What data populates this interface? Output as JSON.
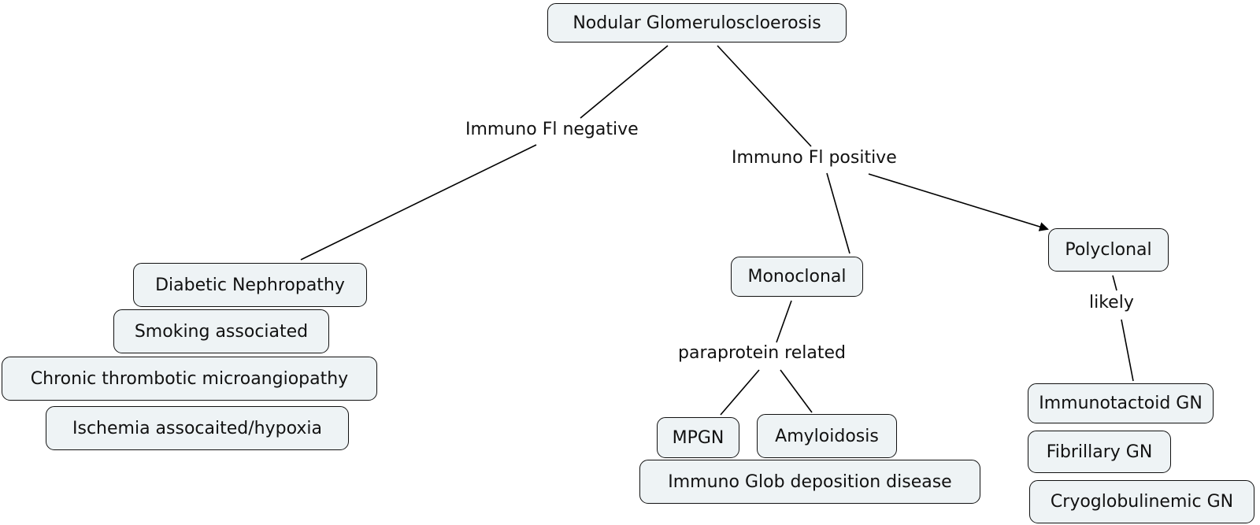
{
  "nodes": {
    "root": "Nodular Glomeruloscloerosis",
    "diabetic": "Diabetic Nephropathy",
    "smoking": "Smoking associated",
    "tma": "Chronic thrombotic microangiopathy",
    "ischemia": "Ischemia assocaited/hypoxia",
    "monoclonal": "Monoclonal",
    "mpgn": "MPGN",
    "amyloidosis": "Amyloidosis",
    "igdd": "Immuno Glob deposition disease",
    "polyclonal": "Polyclonal",
    "immunotactoid": "Immunotactoid GN",
    "fibrillary": "Fibrillary GN",
    "cryo": "Cryoglobulinemic GN"
  },
  "links": {
    "if_negative": "Immuno Fl negative",
    "if_positive": "Immuno Fl positive",
    "paraprotein": "paraprotein related",
    "likely": "likely"
  }
}
